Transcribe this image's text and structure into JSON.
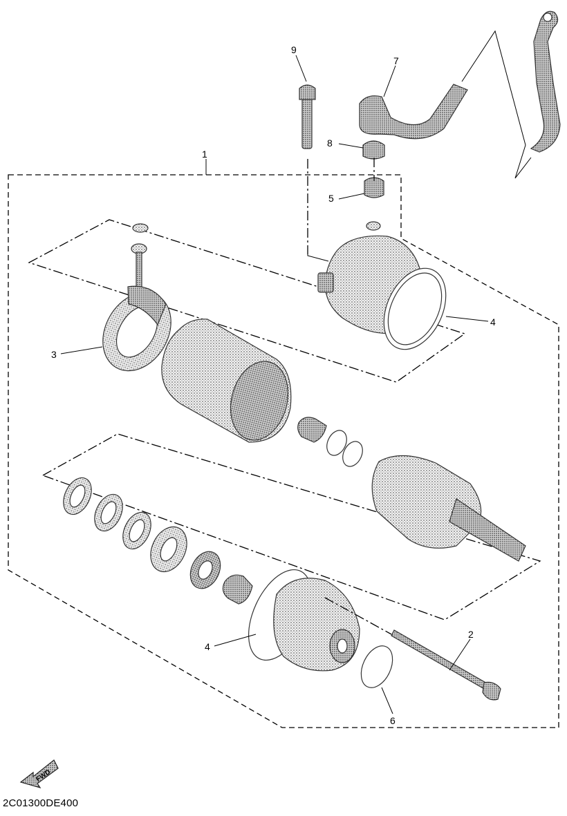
{
  "callouts": [
    {
      "id": "1",
      "text": "1"
    },
    {
      "id": "2",
      "text": "2"
    },
    {
      "id": "3",
      "text": "3"
    },
    {
      "id": "4a",
      "text": "4"
    },
    {
      "id": "4b",
      "text": "4"
    },
    {
      "id": "5",
      "text": "5"
    },
    {
      "id": "6",
      "text": "6"
    },
    {
      "id": "7",
      "text": "7"
    },
    {
      "id": "8",
      "text": "8"
    },
    {
      "id": "9",
      "text": "9"
    }
  ],
  "fwd_label": "FWD",
  "drawing_code": "2C01300DE400"
}
